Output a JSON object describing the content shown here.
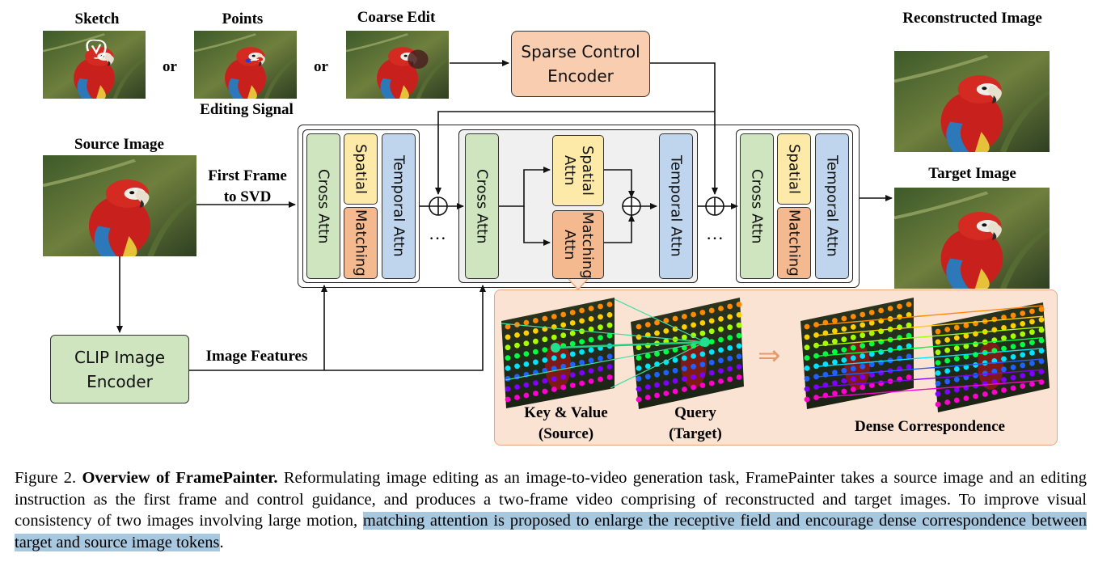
{
  "inputs": {
    "sketch_label": "Sketch",
    "points_label": "Points",
    "coarse_label": "Coarse Edit",
    "or_label": "or",
    "signal_label": "Editing Signal",
    "source_label": "Source Image"
  },
  "flow": {
    "first_frame": "First Frame",
    "to_svd": "to SVD",
    "image_features": "Image Features",
    "ellipsis": "···"
  },
  "modules": {
    "sparse_encoder": "Sparse Control Encoder",
    "clip_encoder": "CLIP Image Encoder",
    "cross_attn": "Cross Attn",
    "spatial": "Spatial",
    "spatial_attn": "Spatial Attn",
    "matching": "Matching",
    "matching_attn": "Matching Attn",
    "temporal_attn": "Temporal Attn"
  },
  "outputs": {
    "reconstructed": "Reconstructed Image",
    "target": "Target Image"
  },
  "inset": {
    "key_value": "Key & Value",
    "key_value_sub": "(Source)",
    "query": "Query",
    "query_sub": "(Target)",
    "dense": "Dense Correspondence",
    "arrow": "⇒"
  },
  "caption": {
    "prefix": "Figure 2.",
    "title": "Overview of FramePainter.",
    "text1": "Reformulating image editing as an image-to-video generation task, FramePainter takes a source image and an editing instruction as the first frame and control guidance, and produces a two-frame video comprising of reconstructed and target images. To improve visual consistency of two images involving large motion,",
    "highlight": "matching attention is proposed to enlarge the receptive field and encourage dense correspondence between target and source image tokens",
    "end": "."
  },
  "colors": {
    "green": "#cfe5c0",
    "yellow": "#fde9a8",
    "orange": "#f4b98e",
    "blue": "#bfd5ee",
    "peach": "#f8cdb0",
    "highlight": "#a8c8e0"
  }
}
